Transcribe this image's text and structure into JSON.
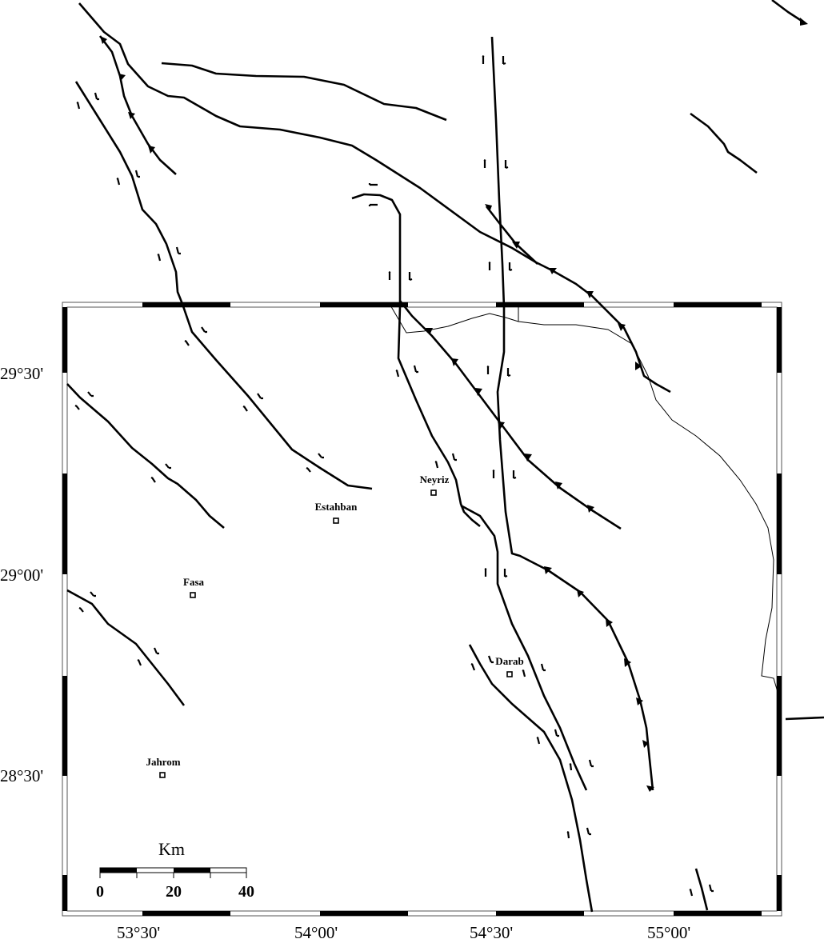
{
  "latitude_labels": [
    "29°30'",
    "29°00'",
    "28°30'"
  ],
  "longitude_labels": [
    "53°30'",
    "54°00'",
    "54°30'",
    "55°00'"
  ],
  "cities": [
    {
      "name": "Neyriz"
    },
    {
      "name": "Estahban"
    },
    {
      "name": "Fasa"
    },
    {
      "name": "Darab"
    },
    {
      "name": "Jahrom"
    }
  ],
  "scale_bar": {
    "title": "Km",
    "ticks": [
      "0",
      "20",
      "40"
    ]
  },
  "colors": {
    "line": "#000000",
    "border": "#555555",
    "background": "#ffffff"
  }
}
